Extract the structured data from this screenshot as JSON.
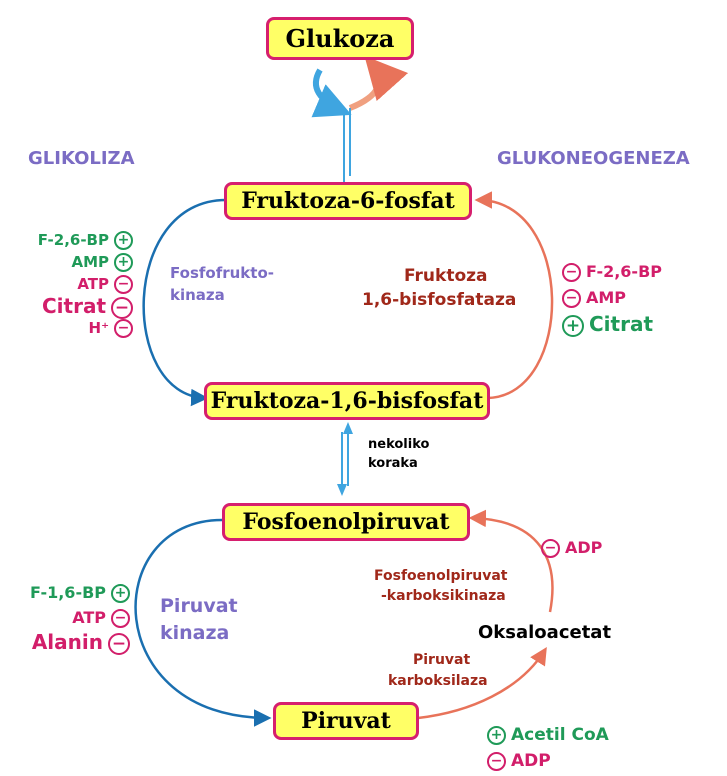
{
  "boxes": {
    "glukoza": "Glukoza",
    "f6p": "Fruktoza-6-fosfat",
    "f16bp": "Fruktoza-1,6-bisfosfat",
    "pep": "Fosfoenolpiruvat",
    "piruvat": "Piruvat"
  },
  "pathways": {
    "glikoliza": "GLIKOLIZA",
    "glukoneogeneza": "GLUKONEOGENEZA"
  },
  "enzymes": {
    "pfk_line1": "Fosfofrukto-",
    "pfk_line2": "kinaza",
    "fbpase_line1": "Fruktoza",
    "fbpase_line2": "1,6-bisfosfataza",
    "pk_line1": "Piruvat",
    "pk_line2": "kinaza",
    "pepck_line1": "Fosfoenolpiruvat",
    "pepck_line2": "-karboksikinaza",
    "pc_line1": "Piruvat",
    "pc_line2": "karboksilaza"
  },
  "intermediate": {
    "oksaloacetat": "Oksaloacetat",
    "nekoliko_line1": "nekoliko",
    "nekoliko_line2": "koraka"
  },
  "symbols": {
    "plus": "+",
    "minus": "−"
  },
  "regulators": {
    "pfk": [
      {
        "name": "F-2,6-BP",
        "effect": "plus"
      },
      {
        "name": "AMP",
        "effect": "plus"
      },
      {
        "name": "ATP",
        "effect": "minus"
      },
      {
        "name": "Citrat",
        "effect": "minus"
      },
      {
        "name": "H⁺",
        "effect": "minus"
      }
    ],
    "fbpase": [
      {
        "name": "F-2,6-BP",
        "effect": "minus"
      },
      {
        "name": "AMP",
        "effect": "minus"
      },
      {
        "name": "Citrat",
        "effect": "plus"
      }
    ],
    "pk": [
      {
        "name": "F-1,6-BP",
        "effect": "plus"
      },
      {
        "name": "ATP",
        "effect": "minus"
      },
      {
        "name": "Alanin",
        "effect": "minus"
      }
    ],
    "pepck": [
      {
        "name": "ADP",
        "effect": "minus"
      }
    ],
    "pc": [
      {
        "name": "Acetil CoA",
        "effect": "plus"
      },
      {
        "name": "ADP",
        "effect": "minus"
      }
    ]
  },
  "colors": {
    "glycolysis_arrow": "#1a6fb0",
    "gluconeogenesis_arrow": "#e8735a",
    "box_fill": "#ffff66",
    "box_border": "#d61f6e",
    "activator": "#1f9a58",
    "inhibitor": "#d21e6a"
  }
}
